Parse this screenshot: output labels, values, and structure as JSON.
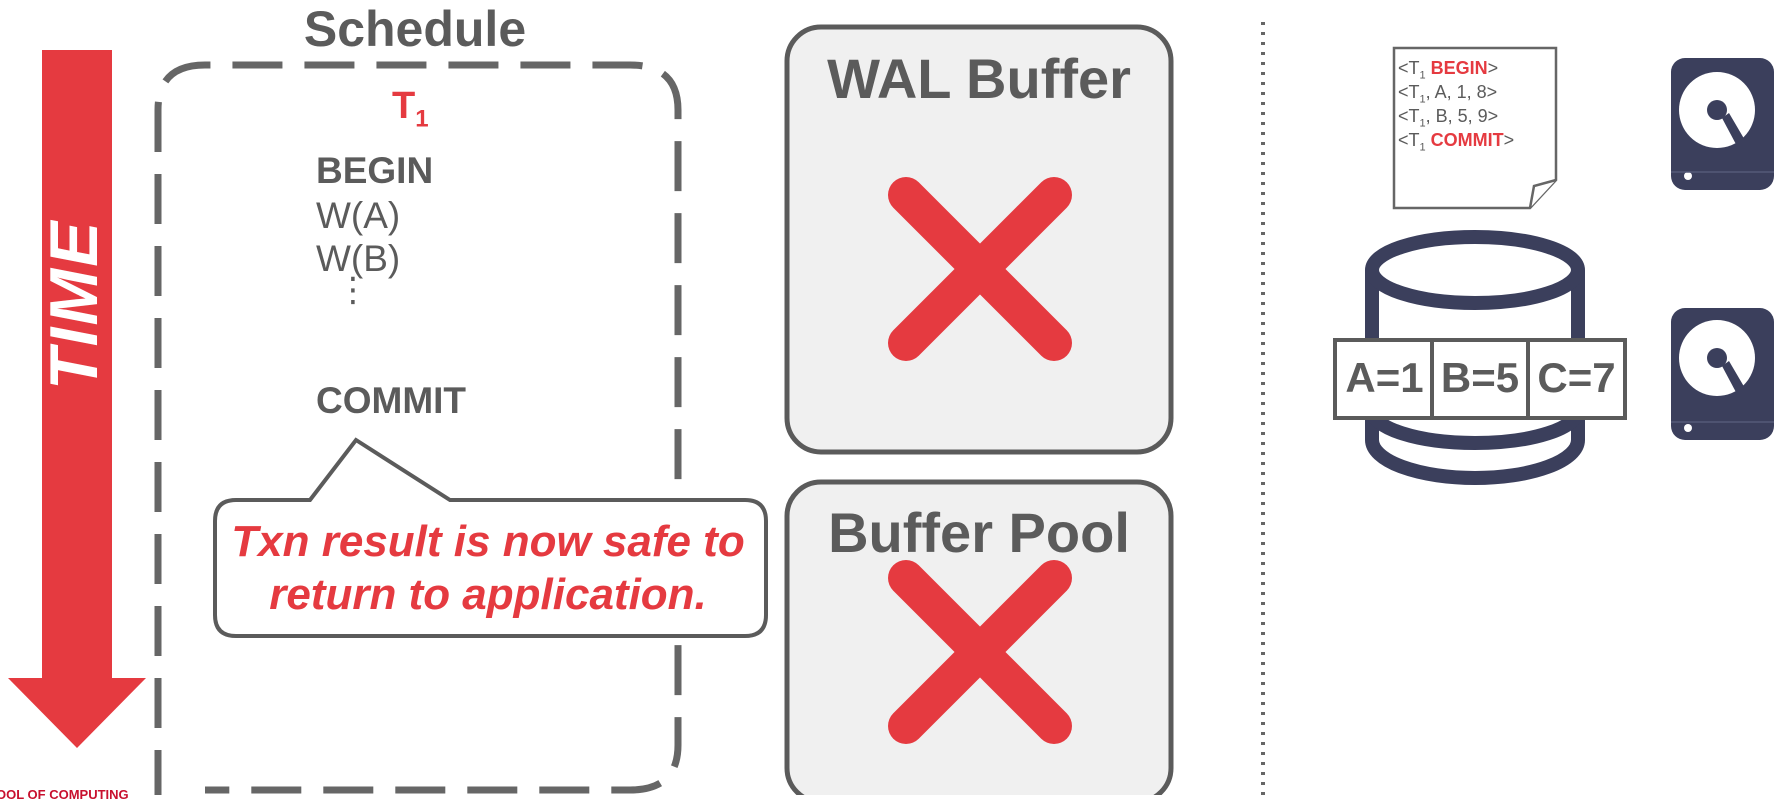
{
  "schedule": {
    "title": "Schedule",
    "txn_label": "T",
    "txn_sub": "1",
    "ops": [
      "BEGIN",
      "W(A)",
      "W(B)",
      "COMMIT"
    ],
    "ellipsis": "⋮"
  },
  "callout": {
    "line1": "Txn result is now safe to",
    "line2": "return to application."
  },
  "time_arrow": {
    "label": "TIME"
  },
  "wal_buffer": {
    "title": "WAL Buffer"
  },
  "buffer_pool": {
    "title": "Buffer Pool"
  },
  "log_file": {
    "lines": [
      {
        "prefix": "<T",
        "sub": "1",
        "rest": " ",
        "kw": "BEGIN",
        "suffix": ">"
      },
      {
        "prefix": "<T",
        "sub": "1",
        "rest": ", A, 1, 8>",
        "kw": "",
        "suffix": ""
      },
      {
        "prefix": "<T",
        "sub": "1",
        "rest": ", B, 5, 9>",
        "kw": "",
        "suffix": ""
      },
      {
        "prefix": "<T",
        "sub": "1",
        "rest": " ",
        "kw": "COMMIT",
        "suffix": ">"
      }
    ]
  },
  "database": {
    "cells": [
      "A=1",
      "B=5",
      "C=7"
    ]
  },
  "icons": {
    "disk_top": "hard-disk-icon",
    "disk_bottom": "hard-disk-icon",
    "cross": "x-mark-icon"
  },
  "footer": {
    "text": "OOL OF COMPUTING"
  },
  "colors": {
    "accent_red": "#e53a40",
    "gray": "#5b5b5b",
    "box_fill": "#f0f0f0",
    "disk_navy": "#3b3f5c"
  }
}
